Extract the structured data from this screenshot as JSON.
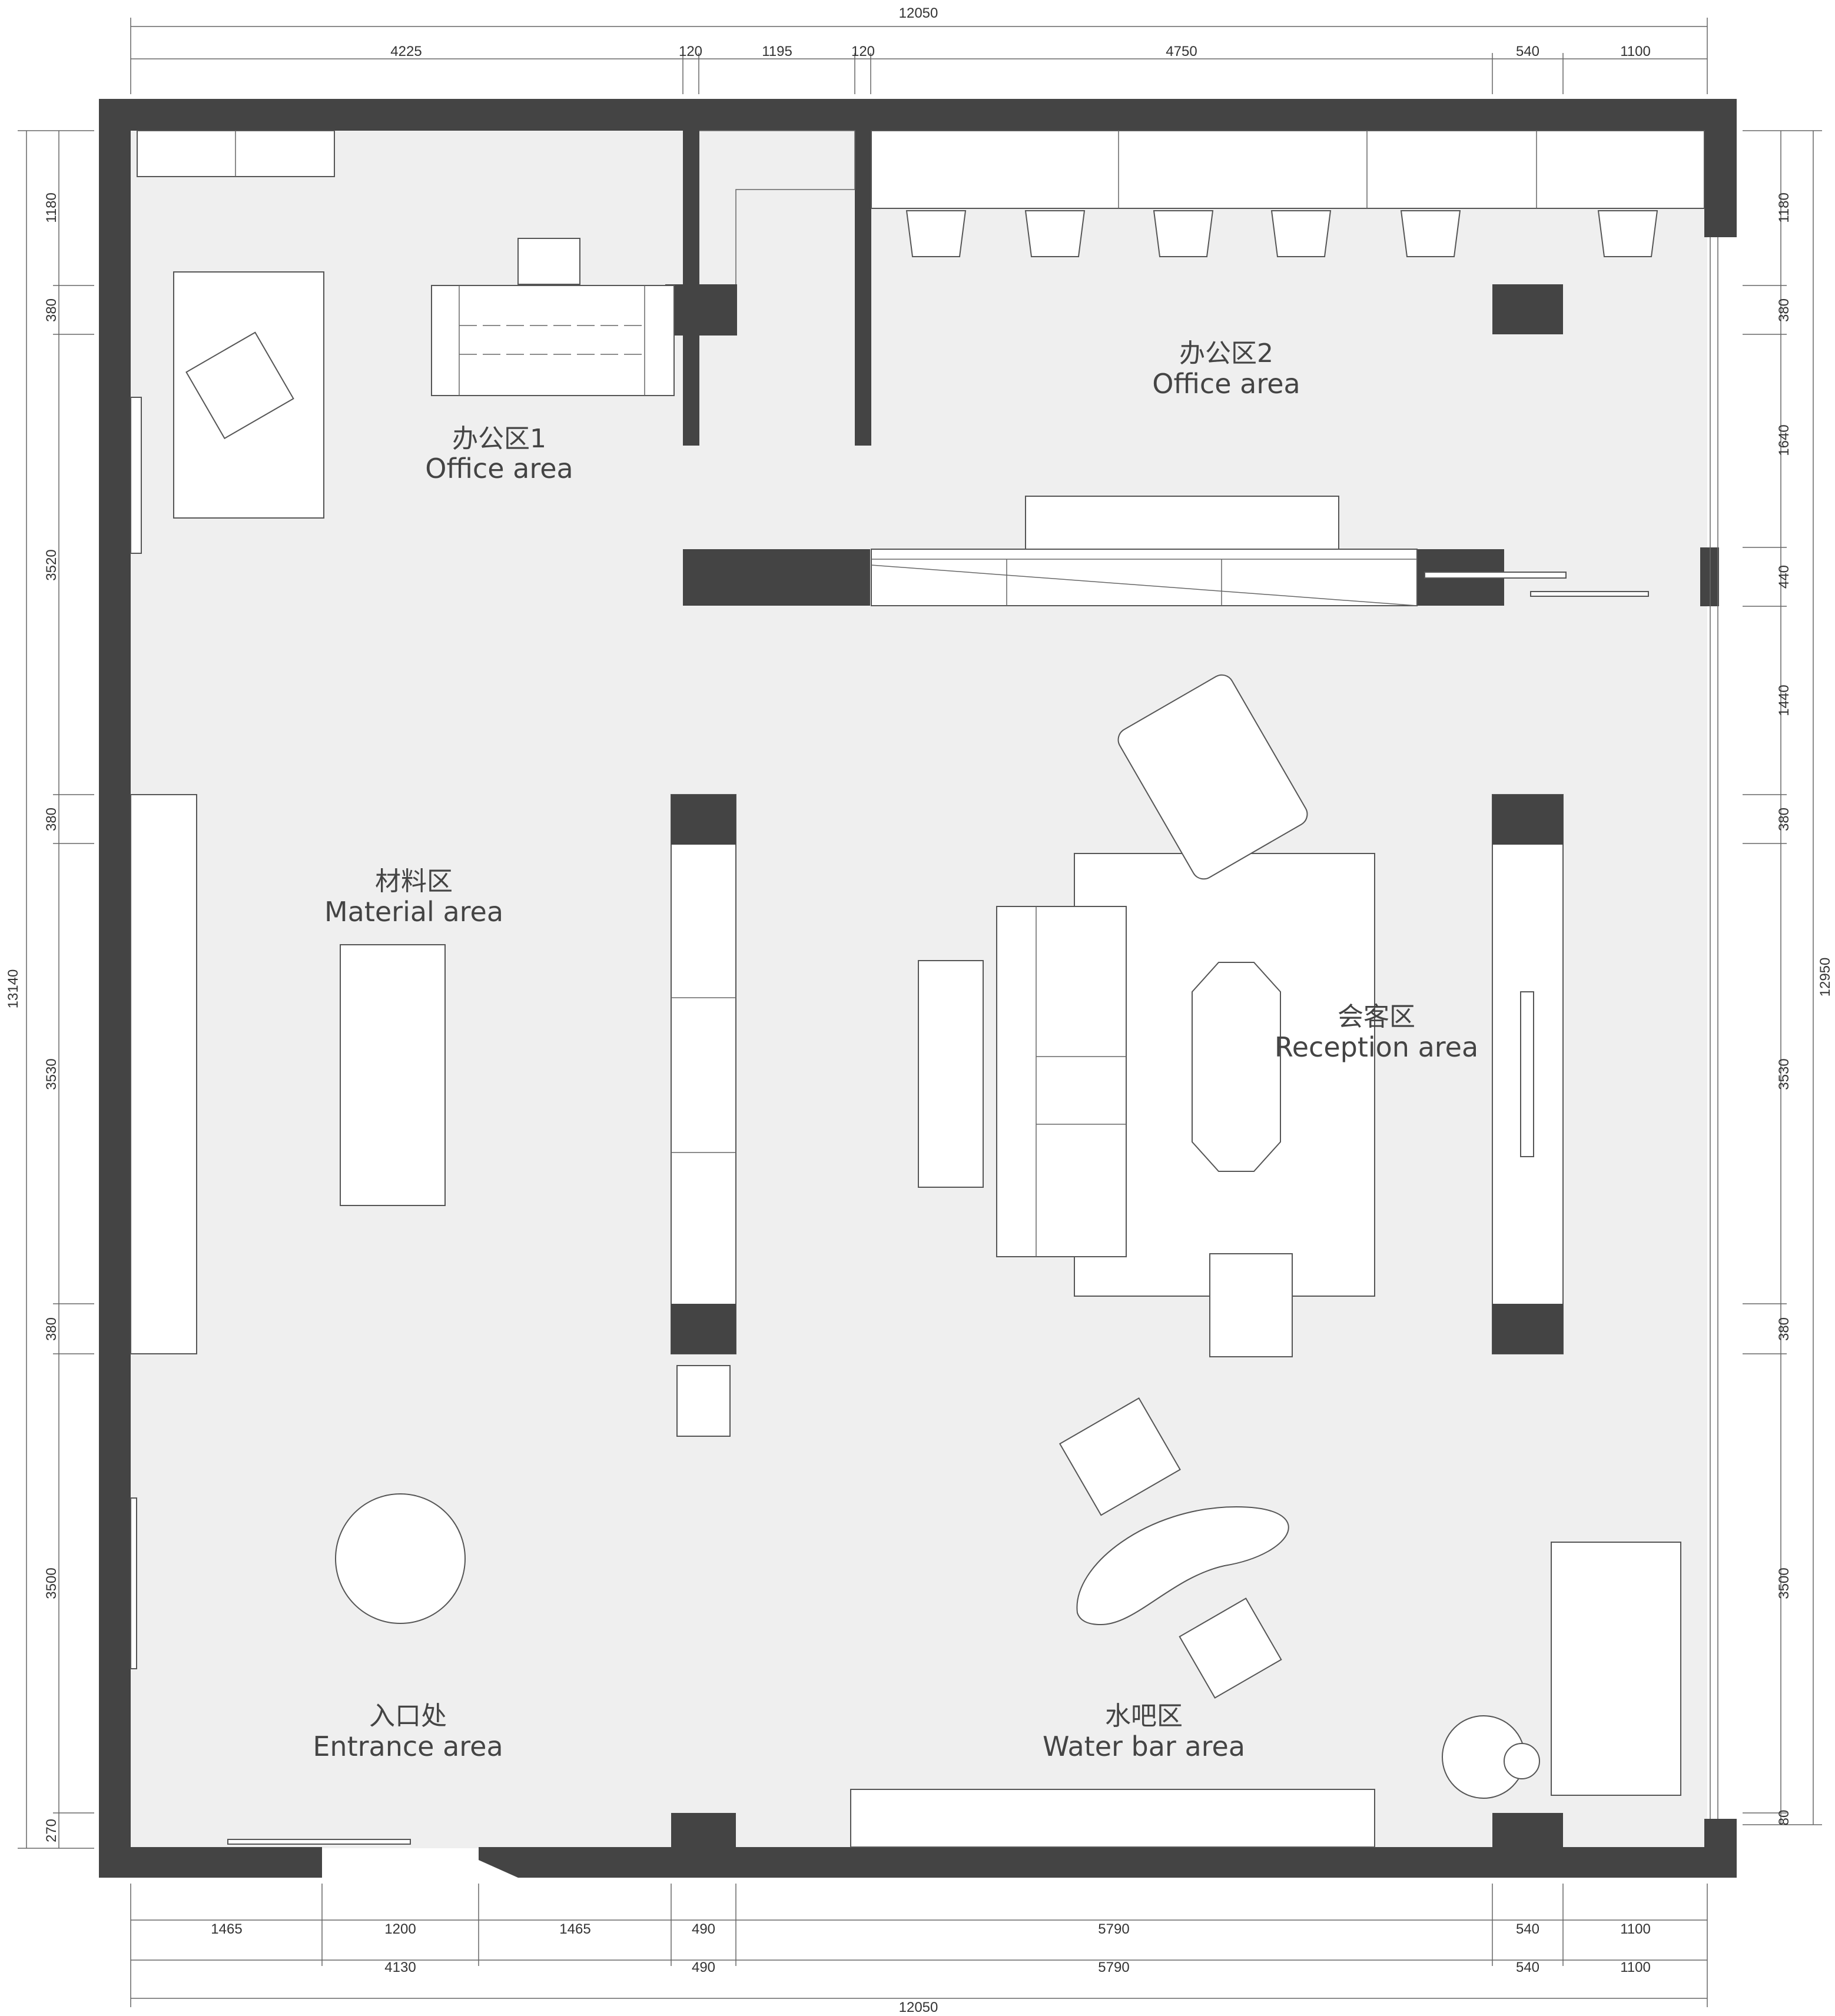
{
  "labels": {
    "office1_cn": "办公区1",
    "office1_en": "Office area",
    "office2_cn": "办公区2",
    "office2_en": "Office area",
    "material_cn": "材料区",
    "material_en": "Material area",
    "reception_cn": "会客区",
    "reception_en": "Reception area",
    "entrance_cn": "入口处",
    "entrance_en": "Entrance area",
    "waterbar_cn": "水吧区",
    "waterbar_en": "Water bar area"
  },
  "dims": {
    "top_total": "12050",
    "top": [
      "4225",
      "120",
      "1195",
      "120",
      "4750",
      "540",
      "1100"
    ],
    "bottom_row1": [
      "1465",
      "1200",
      "1465",
      "490",
      "5790",
      "540",
      "1100"
    ],
    "bottom_row2": [
      "4130",
      "490",
      "5790",
      "540",
      "1100"
    ],
    "bottom_total": "12050",
    "left": [
      "1180",
      "380",
      "3520",
      "380",
      "3530",
      "380",
      "3500",
      "270"
    ],
    "left_total": "13140",
    "right": [
      "1180",
      "380",
      "1640",
      "440",
      "1440",
      "380",
      "3530",
      "380",
      "3500",
      "80"
    ],
    "right_total": "12950"
  },
  "colors": {
    "wall": "#444444",
    "floor": "#efefef",
    "furniture": "#ffffff",
    "line": "#555555"
  }
}
